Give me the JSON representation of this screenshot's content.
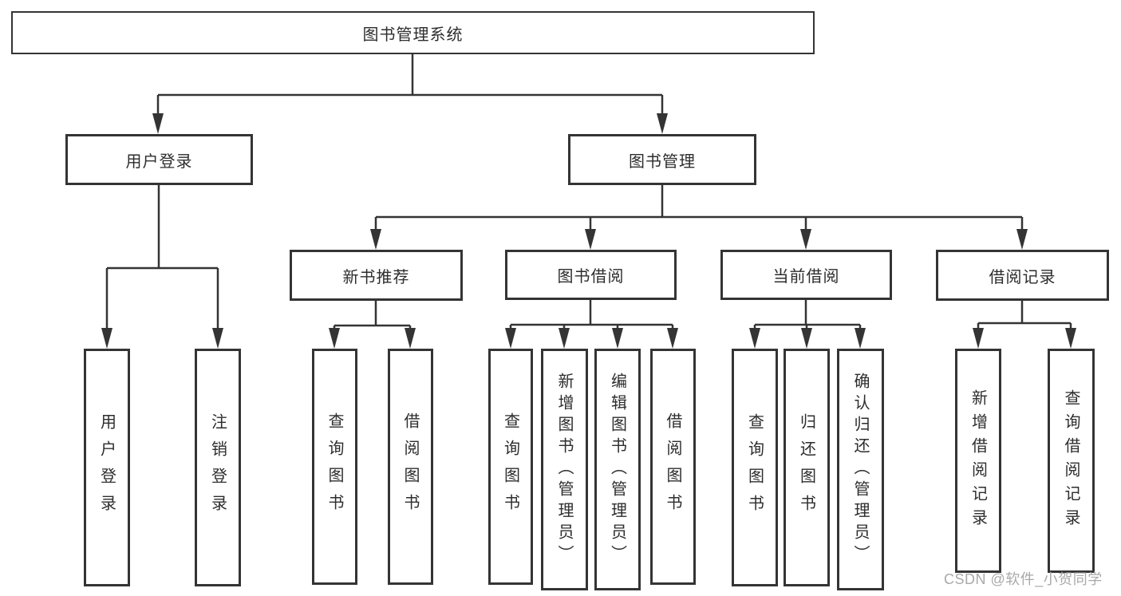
{
  "diagram_title": "图书管理系统",
  "colors": {
    "line": "#343434",
    "box_border": "#343434",
    "text": "#2d2d2d",
    "background": "#ffffff",
    "watermark": "#a9a9a9"
  },
  "tree": {
    "root": {
      "label": "图书管理系统",
      "children": [
        {
          "label": "用户登录",
          "children": [
            {
              "label": "用户登录"
            },
            {
              "label": "注销登录"
            }
          ]
        },
        {
          "label": "图书管理",
          "children": [
            {
              "label": "新书推荐",
              "children": [
                {
                  "label": "查询图书"
                },
                {
                  "label": "借阅图书"
                }
              ]
            },
            {
              "label": "图书借阅",
              "children": [
                {
                  "label": "查询图书"
                },
                {
                  "label": "新增图书（管理员）"
                },
                {
                  "label": "编辑图书（管理员）"
                },
                {
                  "label": "借阅图书"
                }
              ]
            },
            {
              "label": "当前借阅",
              "children": [
                {
                  "label": "查询图书"
                },
                {
                  "label": "归还图书"
                },
                {
                  "label": "确认归还（管理员）"
                }
              ]
            },
            {
              "label": "借阅记录",
              "children": [
                {
                  "label": "新增借阅记录"
                },
                {
                  "label": "查询借阅记录"
                }
              ]
            }
          ]
        }
      ]
    }
  },
  "watermark": {
    "text": "CSDN @软件_小贺同学"
  }
}
